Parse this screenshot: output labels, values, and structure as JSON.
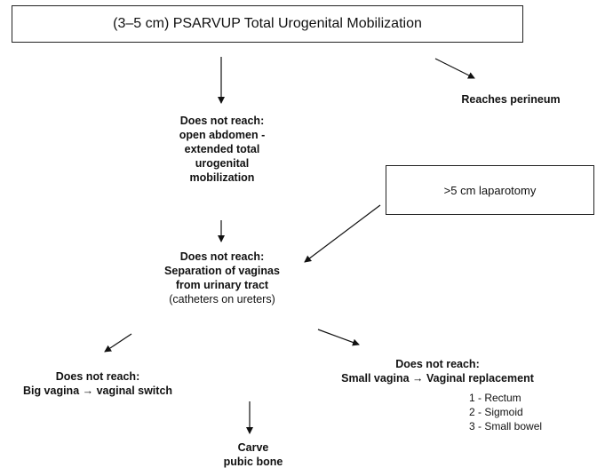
{
  "diagram": {
    "top_box": "(3–5 cm) PSARVUP Total Urogenital Mobilization",
    "reaches_perineum": "Reaches perineum",
    "open_abdomen": {
      "lines": [
        "Does not reach:",
        "open abdomen -",
        "extended total",
        "urogenital",
        "mobilization"
      ]
    },
    "laparotomy_box": ">5 cm laparotomy",
    "separation": {
      "lines": [
        "Does not reach:",
        "Separation of vaginas",
        "from urinary tract"
      ],
      "note": "(catheters on ureters)"
    },
    "big_vagina": {
      "lines": [
        "Does not reach:",
        "Big vagina → vaginal switch"
      ]
    },
    "small_vagina": {
      "lines": [
        "Does not reach:",
        "Small vagina → Vaginal replacement"
      ]
    },
    "replacement_options": [
      "1 - Rectum",
      "2 - Sigmoid",
      "3 - Small bowel"
    ],
    "carve": {
      "lines": [
        "Carve",
        "pubic bone"
      ]
    }
  }
}
